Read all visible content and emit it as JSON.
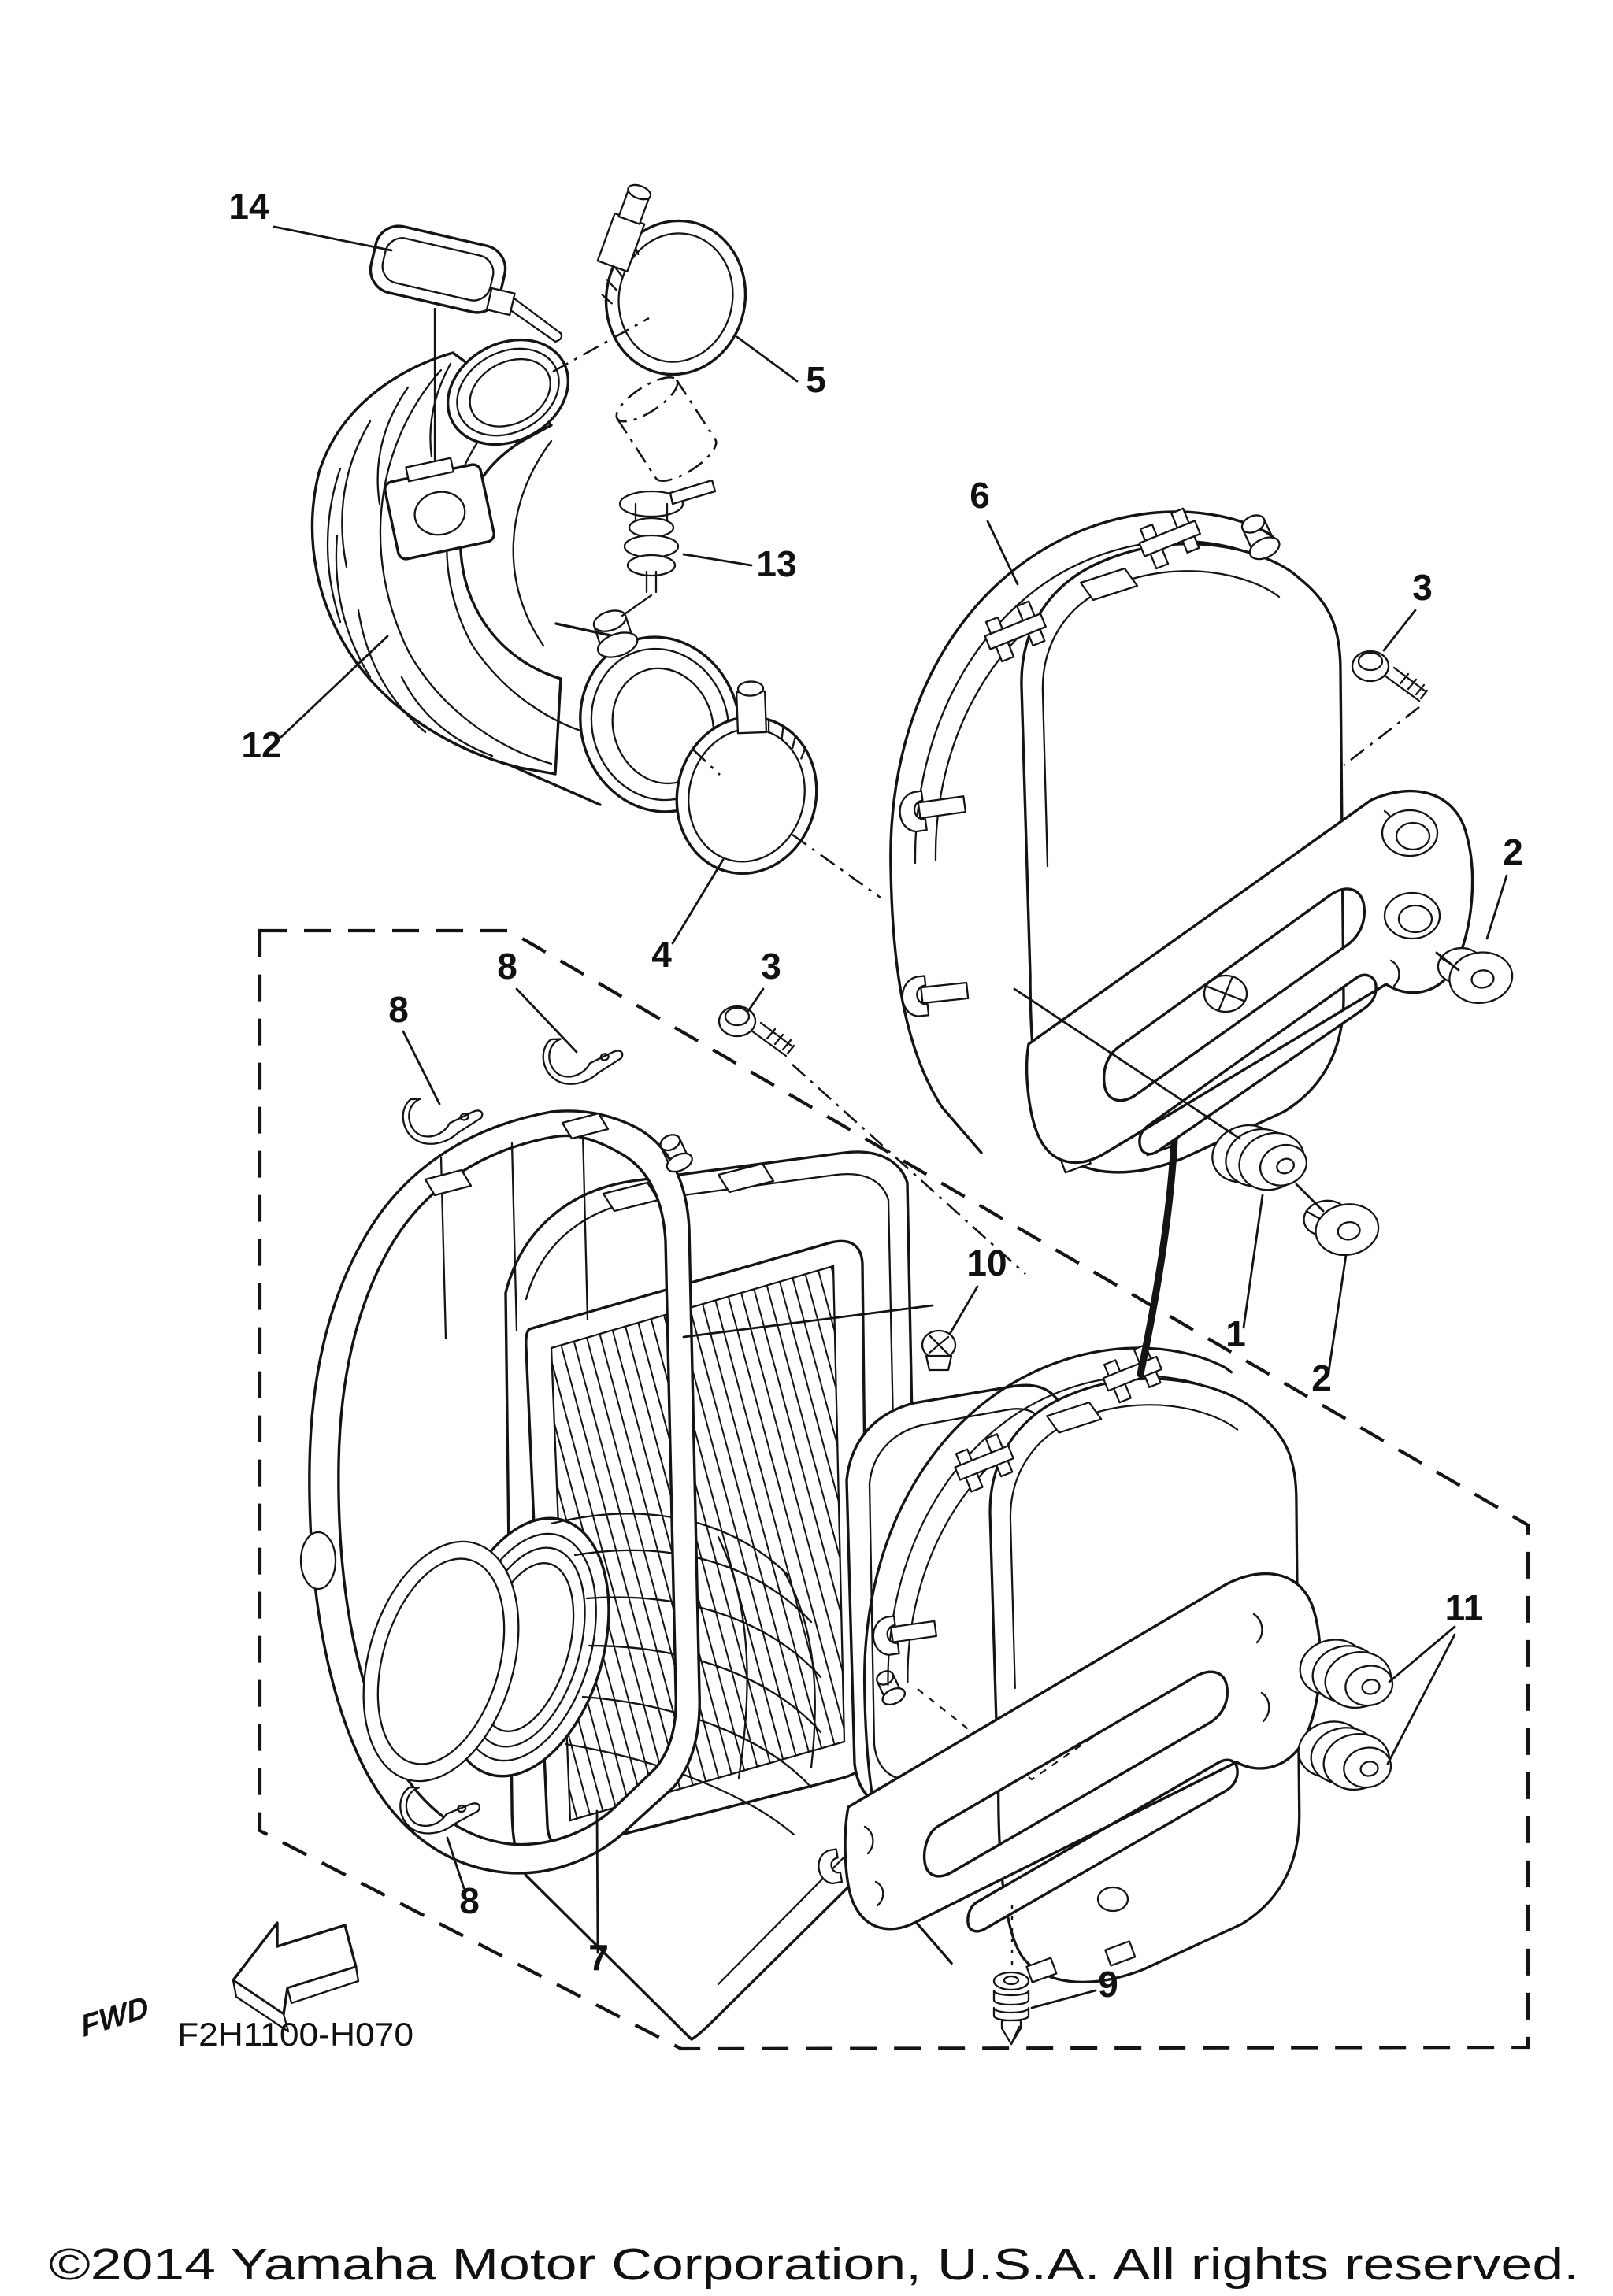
{
  "diagram": {
    "code": "F2H1100-H070",
    "fwd_label": "FWD",
    "copyright": "©2014 Yamaha Motor Corporation, U.S.A. All rights reserved."
  },
  "callouts": [
    {
      "label": "14",
      "part": "band-tie"
    },
    {
      "label": "5",
      "part": "hose-clamp-upper"
    },
    {
      "label": "6",
      "part": "air-cleaner-case-upper"
    },
    {
      "label": "3",
      "part": "bolt-upper-right"
    },
    {
      "label": "2",
      "part": "washer-upper-right"
    },
    {
      "label": "13",
      "part": "breather-fitting"
    },
    {
      "label": "12",
      "part": "intake-duct"
    },
    {
      "label": "4",
      "part": "hose-clamp-lower"
    },
    {
      "label": "3",
      "part": "bolt-left"
    },
    {
      "label": "8",
      "part": "clip-top-left"
    },
    {
      "label": "8",
      "part": "clip-top-right"
    },
    {
      "label": "1",
      "part": "grommet-upper"
    },
    {
      "label": "2",
      "part": "washer-lower"
    },
    {
      "label": "10",
      "part": "screw-element"
    },
    {
      "label": "11",
      "part": "grommets-lower"
    },
    {
      "label": "8",
      "part": "clip-bottom"
    },
    {
      "label": "7",
      "part": "air-cleaner-element"
    },
    {
      "label": "9",
      "part": "drain-screw"
    }
  ]
}
